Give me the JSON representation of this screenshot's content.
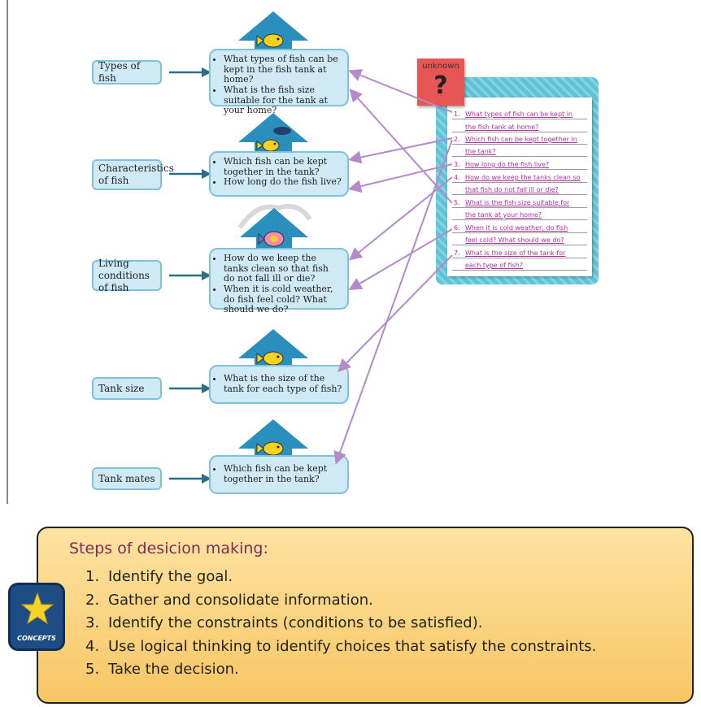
{
  "categories": [
    {
      "label": "Types of fish"
    },
    {
      "label": "Characteristics of fish"
    },
    {
      "label": "Living conditions of fish"
    },
    {
      "label": "Tank size"
    },
    {
      "label": "Tank mates"
    }
  ],
  "question_boxes": [
    {
      "questions": [
        "What types of fish can be kept in the fish tank at home?",
        "What is the fish size suitable for the tank at your home?"
      ]
    },
    {
      "questions": [
        "Which fish can be kept together in the tank?",
        "How long do the fish live?"
      ]
    },
    {
      "questions": [
        "How do we keep the tanks clean so that fish do not fall ill or die?",
        "When it is cold weather, do fish feel cold? What should we do?"
      ]
    },
    {
      "questions": [
        "What is the size of the tank for each type of fish?"
      ]
    },
    {
      "questions": [
        "Which fish can be kept together in the tank?"
      ]
    }
  ],
  "sticky_note": {
    "label": "unknown",
    "symbol": "?"
  },
  "notepad": {
    "lines": [
      {
        "num": "1.",
        "text": "What types of fish can be kept in"
      },
      {
        "num": "",
        "text": "the fish tank at home?"
      },
      {
        "num": "2.",
        "text": "Which fish can be kept together in"
      },
      {
        "num": "",
        "text": "the tank?"
      },
      {
        "num": "3.",
        "text": "How long do the fish live?"
      },
      {
        "num": "4.",
        "text": "How do we keep the tanks clean so"
      },
      {
        "num": "",
        "text": "that fish do not fall ill or die?"
      },
      {
        "num": "5.",
        "text": "What is the fish size suitable for"
      },
      {
        "num": "",
        "text": "the tank at your home?"
      },
      {
        "num": "6.",
        "text": "When it is cold weather, do fish"
      },
      {
        "num": "",
        "text": "feel cold? What should we do?"
      },
      {
        "num": "7.",
        "text": "What is the size of the tank for"
      },
      {
        "num": "",
        "text": "each type of fish?"
      }
    ]
  },
  "concepts": {
    "badge_text": "CONCEPTS",
    "title": "Steps of desicion making:",
    "steps": [
      {
        "n": "1.",
        "text": "Identify the goal."
      },
      {
        "n": "2.",
        "text": "Gather and consolidate information."
      },
      {
        "n": "3.",
        "text": "Identify the constraints (conditions to be satisfied)."
      },
      {
        "n": "4.",
        "text": "Use logical thinking to identify choices that satisfy the constraints."
      },
      {
        "n": "5.",
        "text": "Take the decision."
      }
    ]
  },
  "colors": {
    "connector": "#b58ac9",
    "arrow": "#2a6f86",
    "box_fill": "#cfe9f5",
    "box_border": "#7fc2dc",
    "panel": "#fbd37c"
  }
}
